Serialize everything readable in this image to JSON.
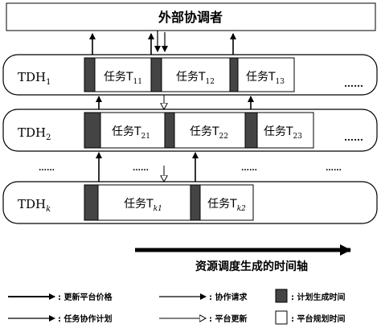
{
  "coordinator": {
    "label": "外部协调者"
  },
  "rows": [
    {
      "label": "TDH",
      "label_sub": "1",
      "label_sub_italic": false,
      "tasks": [
        {
          "main": "任务T",
          "sub": "11"
        },
        {
          "main": "任务T",
          "sub": "12"
        },
        {
          "main": "任务T",
          "sub": "13"
        }
      ],
      "trailing_dots": "……"
    },
    {
      "label": "TDH",
      "label_sub": "2",
      "label_sub_italic": false,
      "tasks": [
        {
          "main": "任务T",
          "sub": "21"
        },
        {
          "main": "任务T",
          "sub": "22"
        },
        {
          "main": "任务T",
          "sub": "23"
        }
      ],
      "trailing_dots": "……"
    },
    {
      "label": "TDH",
      "label_sub": "k",
      "label_sub_italic": true,
      "tasks": [
        {
          "main": "任务T",
          "sub": "k1"
        },
        {
          "main": "任务T",
          "sub": "k2"
        }
      ],
      "trailing_dots": ""
    }
  ],
  "gap_dots": [
    "……",
    "……",
    "……",
    "……"
  ],
  "timeline": {
    "label": "资源调度生成的时间轴"
  },
  "legend": {
    "update_price": ": 更新平台价格",
    "coop_request": ": 协作请求",
    "plan_gen_time": ": 计划生成时间",
    "task_coop_plan": ": 任务协作计划",
    "platform_update": ": 平台更新",
    "platform_plan_time": ": 平台规划时间"
  }
}
